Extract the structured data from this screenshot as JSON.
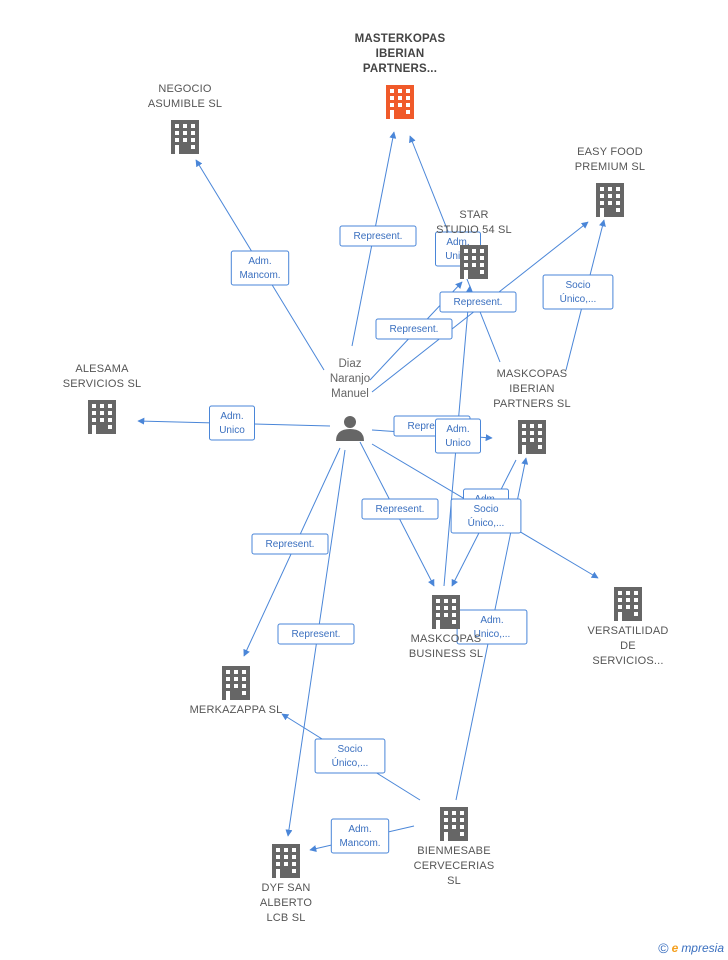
{
  "colors": {
    "edge": "#4a86d8",
    "building_default": "#666666",
    "building_main": "#f05a2a",
    "person": "#666666"
  },
  "person": {
    "name_lines": [
      "Diaz",
      "Naranjo",
      "Manuel"
    ],
    "icon": "person-icon"
  },
  "companies": [
    {
      "id": "masterkopas",
      "lines": [
        "MASTERKOPAS",
        "IBERIAN",
        "PARTNERS..."
      ],
      "main": true,
      "icon": "building-icon"
    },
    {
      "id": "negocio",
      "lines": [
        "NEGOCIO",
        "ASUMIBLE SL"
      ],
      "main": false,
      "icon": "building-icon"
    },
    {
      "id": "easyfood",
      "lines": [
        "EASY FOOD",
        "PREMIUM  SL"
      ],
      "main": false,
      "icon": "building-icon"
    },
    {
      "id": "starstudio",
      "lines": [
        "STAR",
        "STUDIO 54  SL"
      ],
      "main": false,
      "icon": "building-icon"
    },
    {
      "id": "alesama",
      "lines": [
        "ALESAMA",
        "SERVICIOS SL"
      ],
      "main": false,
      "icon": "building-icon"
    },
    {
      "id": "maskcopas",
      "lines": [
        "MASKCOPAS",
        "IBERIAN",
        "PARTNERS  SL"
      ],
      "main": false,
      "icon": "building-icon"
    },
    {
      "id": "maskcopasbusiness",
      "lines": [
        "MASKCOPAS",
        "BUSINESS  SL"
      ],
      "main": false,
      "icon": "building-icon"
    },
    {
      "id": "versatilidad",
      "lines": [
        "VERSATILIDAD",
        "DE",
        "SERVICIOS..."
      ],
      "main": false,
      "icon": "building-icon"
    },
    {
      "id": "merkazappa",
      "lines": [
        "MERKAZAPPA SL"
      ],
      "main": false,
      "icon": "building-icon"
    },
    {
      "id": "bienmesabe",
      "lines": [
        "BIENMESABE",
        "CERVECERIAS",
        "SL"
      ],
      "main": false,
      "icon": "building-icon"
    },
    {
      "id": "dyf",
      "lines": [
        "DYF SAN",
        "ALBERTO",
        "LCB  SL"
      ],
      "main": false,
      "icon": "building-icon"
    }
  ],
  "edges": [
    {
      "from": "person",
      "to": "masterkopas",
      "label": [
        "Represent."
      ]
    },
    {
      "from": "person",
      "to": "negocio",
      "label": [
        "Adm.",
        "Mancom."
      ]
    },
    {
      "from": "person",
      "to": "easyfood",
      "label": [
        "Represent."
      ]
    },
    {
      "from": "person",
      "to": "starstudio",
      "label": [
        "Represent."
      ]
    },
    {
      "from": "person",
      "to": "alesama",
      "label": [
        "Adm.",
        "Unico"
      ]
    },
    {
      "from": "person",
      "to": "maskcopas",
      "label": [
        "Represent."
      ]
    },
    {
      "from": "person",
      "to": "maskcopasbusiness",
      "label": [
        "Represent."
      ]
    },
    {
      "from": "person",
      "to": "versatilidad",
      "label": [
        "Adm.",
        "Unico"
      ]
    },
    {
      "from": "person",
      "to": "merkazappa",
      "label": [
        "Represent."
      ]
    },
    {
      "from": "person",
      "to": "dyf",
      "label": [
        "Represent."
      ]
    },
    {
      "from": "maskcopas",
      "to": "masterkopas",
      "label": [
        "Adm.",
        "Unico"
      ]
    },
    {
      "from": "maskcopas",
      "to": "easyfood",
      "label": [
        "Socio",
        "Único,..."
      ]
    },
    {
      "from": "maskcopasbusiness",
      "to": "starstudio",
      "label": [
        "Adm.",
        "Unico"
      ]
    },
    {
      "from": "bienmesabe",
      "to": "maskcopas",
      "label": [
        "Adm.",
        "Unico,..."
      ]
    },
    {
      "from": "bienmesabe",
      "to": "merkazappa",
      "label": [
        "Socio",
        "Único,..."
      ]
    },
    {
      "from": "bienmesabe",
      "to": "dyf",
      "label": [
        "Adm.",
        "Mancom."
      ]
    },
    {
      "from": "maskcopas",
      "to": "maskcopasbusiness",
      "label": [
        "Socio",
        "Único,..."
      ]
    }
  ],
  "brand": {
    "copyright": "©",
    "e": "e",
    "rest": "mpresia"
  }
}
